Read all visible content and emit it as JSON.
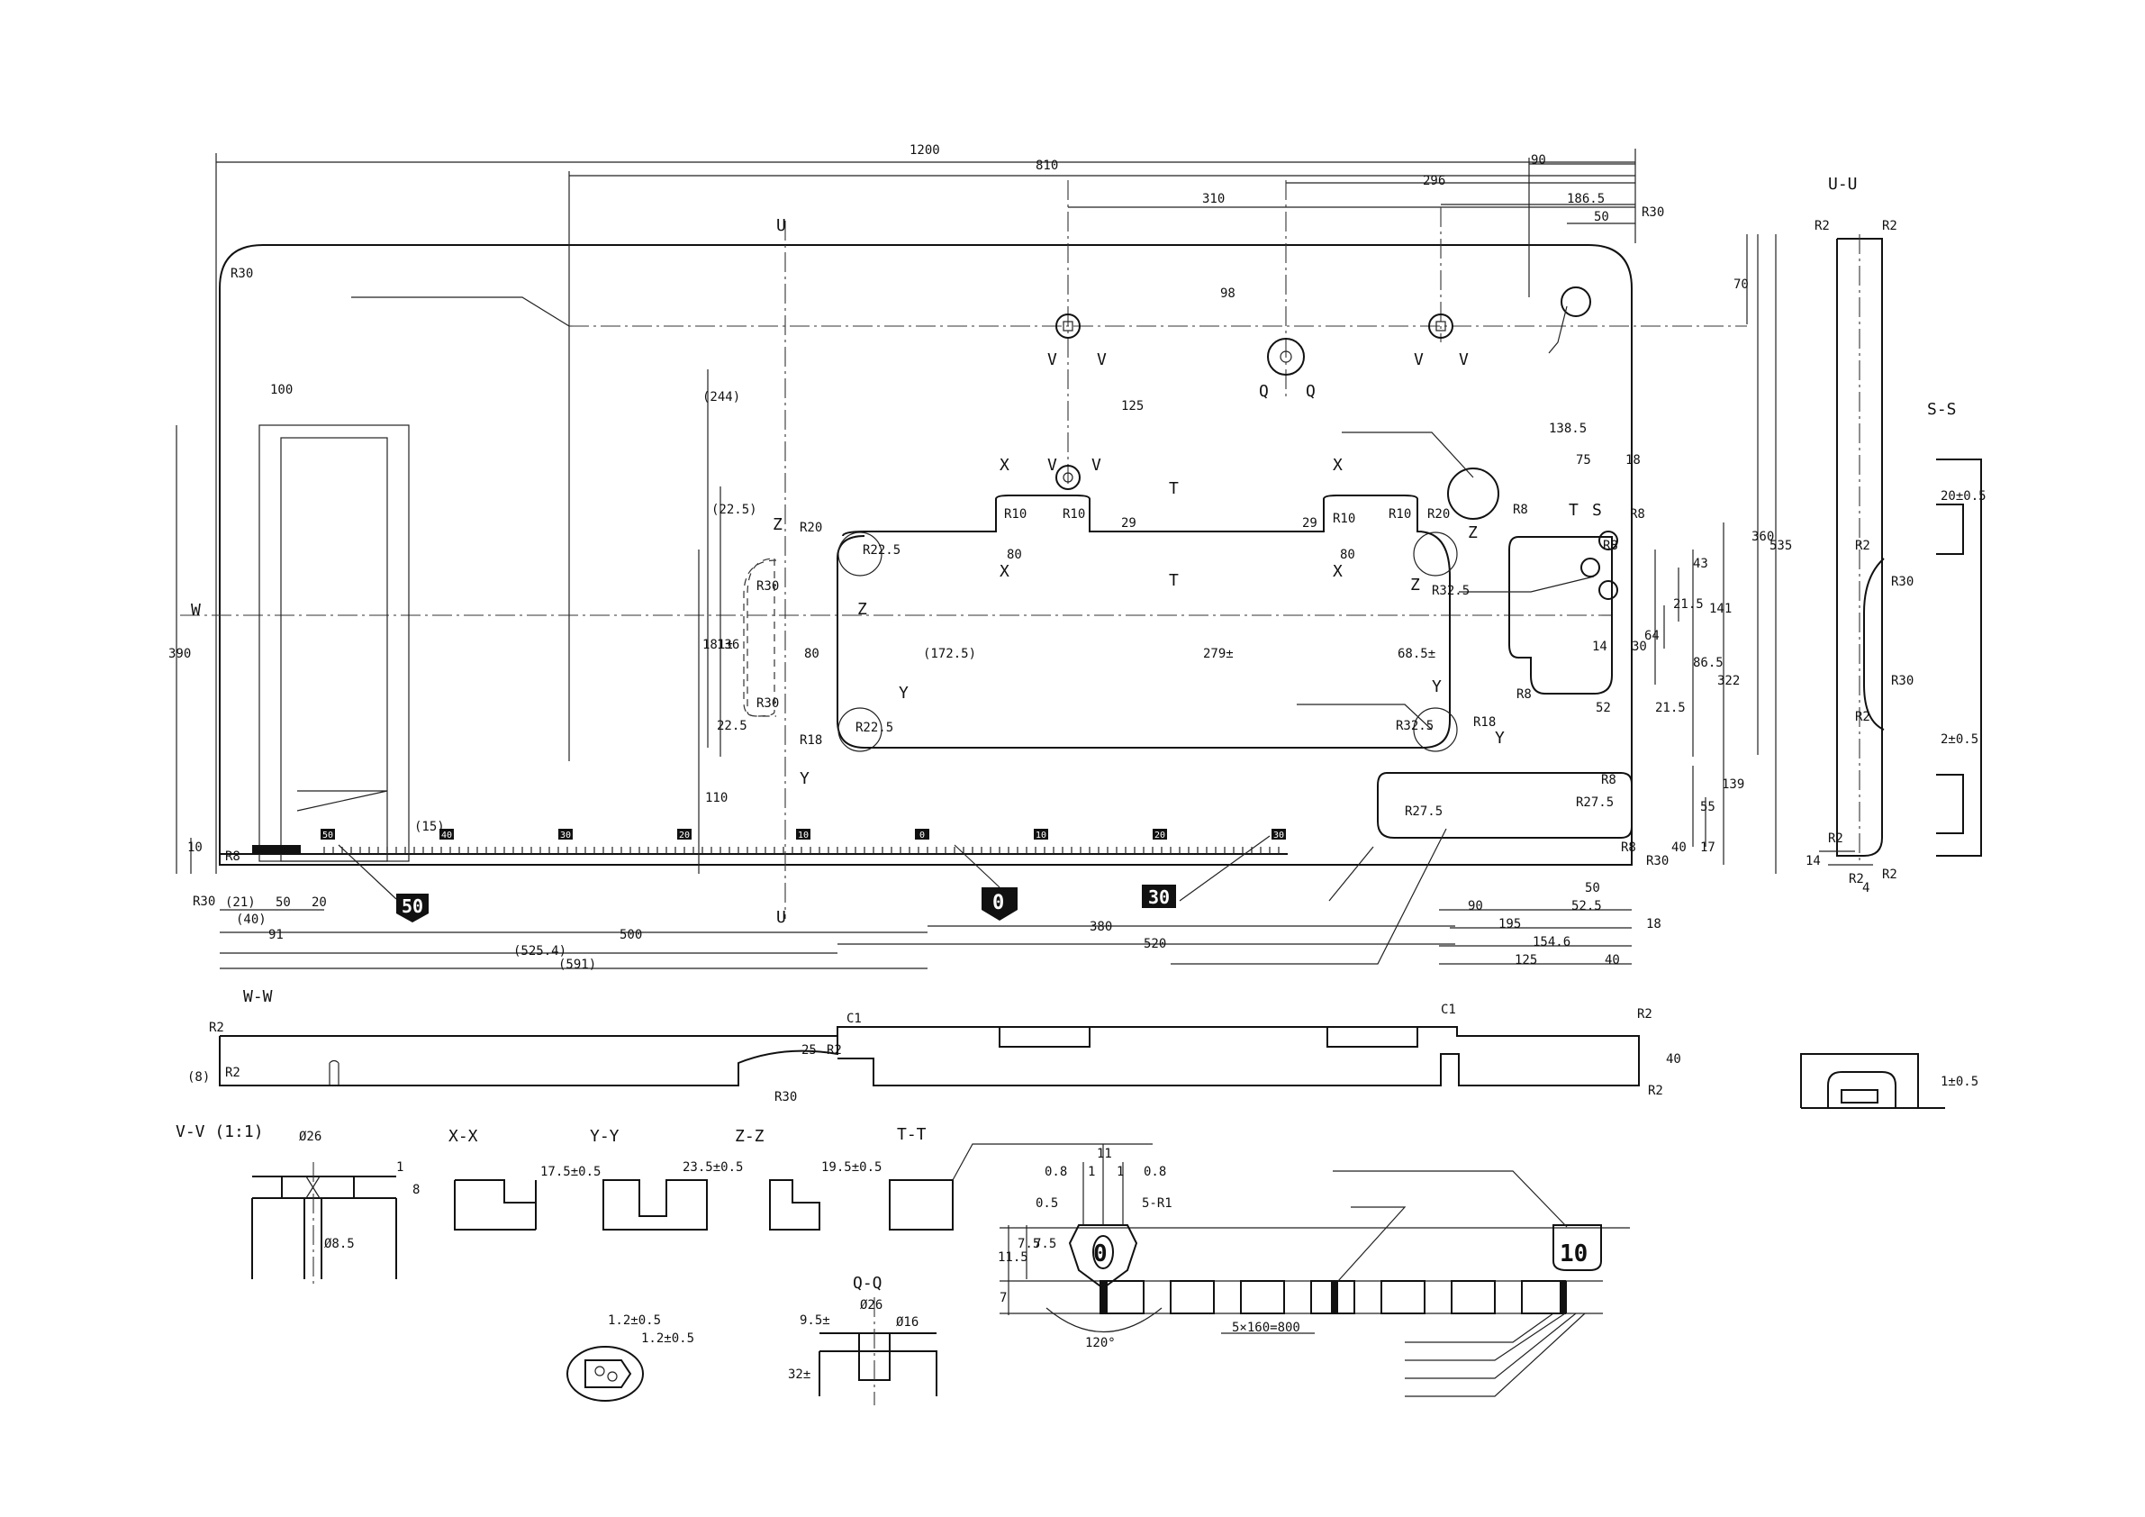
{
  "dimensions": {
    "overall_length": "1200",
    "d810": "810",
    "d90": "90",
    "d296": "296",
    "d186_5": "186.5",
    "d310": "310",
    "d50": "50",
    "r30_top": "R30",
    "d70": "70",
    "d98": "98",
    "d125": "125",
    "d244": "(244)",
    "d22_5a": "(22.5)",
    "d181": "181±",
    "d136": "136",
    "d22_5b": "22.5",
    "d110": "110",
    "d390": "390",
    "d10": "10",
    "d100": "100",
    "d138_5": "138.5",
    "d75": "75",
    "d18": "18",
    "d360": "360",
    "d535": "535",
    "d322": "322",
    "d141": "141",
    "d43": "43",
    "d21_5a": "21.5",
    "d64": "64",
    "d86_5": "86.5",
    "d14": "14",
    "d30": "30",
    "d52": "52",
    "d21_5b": "21.5",
    "d139": "139",
    "d55": "55",
    "d40v": "40",
    "d17": "17",
    "d80a": "80",
    "d80b": "80",
    "d80c": "80",
    "d172_5": "(172.5)",
    "d279": "279±",
    "d68_5": "68.5±",
    "d29a": "29",
    "d29b": "29",
    "d15": "(15)",
    "d21": "(21)",
    "d50b": "50",
    "d20": "20",
    "d40": "(40)",
    "d91": "91",
    "d500": "500",
    "d380": "380",
    "d520": "520",
    "d525_4": "(525.4)",
    "d591": "(591)",
    "d90b": "90",
    "d52_5": "52.5",
    "d195": "195",
    "d154_6": "154.6",
    "d125b": "125",
    "d40b": "40",
    "d18b": "18",
    "d50c": "50"
  },
  "radii": {
    "r30a": "R30",
    "r20": "R20",
    "r22_5a": "R22.5",
    "r30b": "R30",
    "r30c": "R30",
    "r18a": "R18",
    "r22_5b": "R22.5",
    "r10a": "R10",
    "r10b": "R10",
    "r10c": "R10",
    "r10d": "R10",
    "r20b": "R20",
    "r8a": "R8",
    "r32_5": "R32.5",
    "r18b": "R18",
    "r32_5b": "R32.5",
    "r8b": "R8",
    "r8c": "R8",
    "r8d": "R8",
    "r27_5a": "R27.5",
    "r27_5b": "R27.5",
    "r8e": "R8",
    "r30d": "R30",
    "r8f": "R8",
    "r30e": "R30",
    "r8g": "R8"
  },
  "section_letters": {
    "u_top": "U",
    "u_bot": "U",
    "v1": "V",
    "v2": "V",
    "v3": "V",
    "v4": "V",
    "v5": "V",
    "v6": "V",
    "q1": "Q",
    "q2": "Q",
    "x1": "X",
    "x2": "X",
    "x3": "X",
    "x4": "X",
    "z1": "Z",
    "z2": "Z",
    "z3": "Z",
    "z4": "Z",
    "y1": "Y",
    "y2": "Y",
    "y3": "Y",
    "y4": "Y",
    "t1": "T",
    "t2": "T",
    "s1": "S",
    "w1": "W",
    "t3": "T"
  },
  "scale": {
    "marks": [
      "50",
      "40",
      "30",
      "20",
      "10",
      "0",
      "10",
      "20",
      "30"
    ],
    "big_50": "50",
    "big_0": "0",
    "big_30": "30"
  },
  "views": {
    "uu_title": "U-U",
    "uu_r2a": "R2",
    "uu_r2b": "R2",
    "uu_r2c": "R2",
    "uu_r2d": "R2",
    "uu_r2e": "R2",
    "uu_d14": "14",
    "uu_d4": "4",
    "ss_title": "S-S",
    "ss_d20": "20±0.5",
    "ss_r2a": "R2",
    "ss_r30a": "R30",
    "ss_r30b": "R30",
    "ss_r2b": "R2",
    "ss_d2": "2±0.5",
    "ww_title": "W-W",
    "ww_r2a": "R2",
    "ww_r2b": "R2",
    "ww_r2c": "R2",
    "ww_r2d": "R2",
    "ww_r2e": "R2",
    "ww_d8": "(8)",
    "ww_d25": "25",
    "ww_c1a": "C1",
    "ww_c1b": "C1",
    "ww_r30": "R30",
    "ww_d40": "40",
    "vv_title": "V-V (1:1)",
    "vv_d26": "Ø26",
    "vv_d1": "1",
    "vv_d8": "8",
    "vv_d8_5": "Ø8.5",
    "xx_title": "X-X",
    "xx_d": "17.5±0.5",
    "yy_title": "Y-Y",
    "yy_d": "23.5±0.5",
    "zz_title": "Z-Z",
    "zz_d": "19.5±0.5",
    "tt_title": "T-T",
    "qq_title": "Q-Q",
    "qq_d26": "Ø26",
    "qq_d16": "Ø16",
    "qq_d9_5": "9.5±",
    "qq_d32": "32±",
    "detail_d1_2a": "1.2±0.5",
    "detail_d1_2b": "1.2±0.5",
    "ruler_d11": "11",
    "ruler_d0_8a": "0.8",
    "ruler_d1a": "1",
    "ruler_d1b": "1",
    "ruler_d0_8b": "0.8",
    "ruler_d0_5": "0.5",
    "ruler_r1": "5-R1",
    "ruler_d11_5": "11.5",
    "ruler_d7_5a": "7.5",
    "ruler_d7_5b": "7.5",
    "ruler_d7": "7",
    "ruler_angle": "120°",
    "ruler_spacing": "5×160=800",
    "ruler_glyph_0": "0",
    "ruler_glyph_10": "10",
    "br_d1": "1±0.5"
  }
}
